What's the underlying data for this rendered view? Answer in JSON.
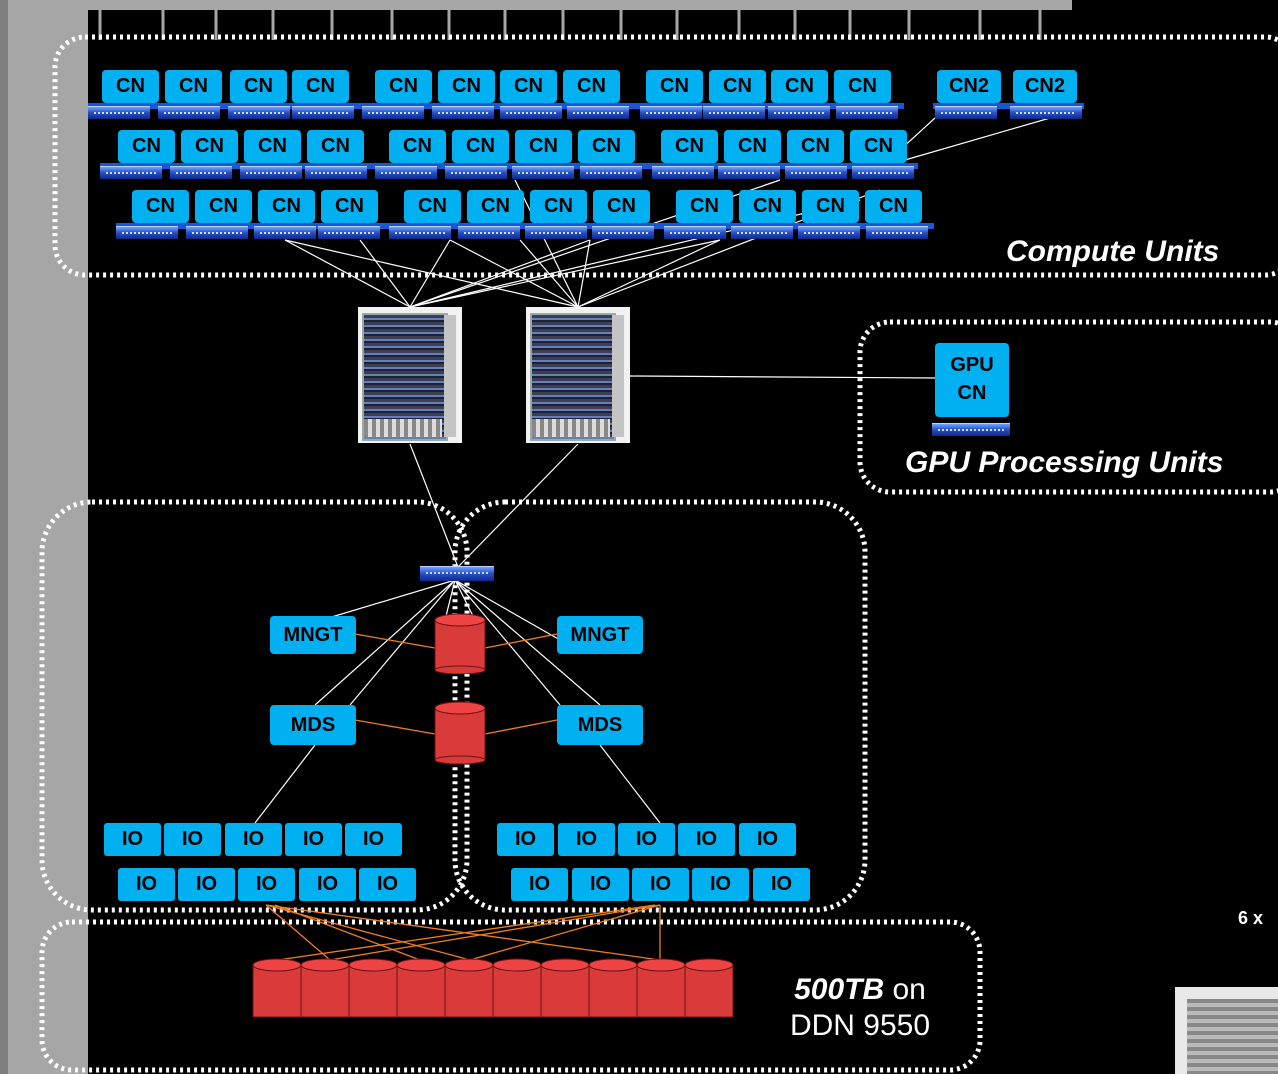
{
  "compute_zone": {
    "title": "Compute Units",
    "rows": [
      [
        "CN",
        "CN",
        "CN",
        "CN",
        "CN",
        "CN",
        "CN",
        "CN",
        "CN",
        "CN",
        "CN",
        "CN",
        "CN2",
        "CN2"
      ],
      [
        "CN",
        "CN",
        "CN",
        "CN",
        "CN",
        "CN",
        "CN",
        "CN",
        "CN",
        "CN",
        "CN",
        "CN"
      ],
      [
        "CN",
        "CN",
        "CN",
        "CN",
        "CN",
        "CN",
        "CN",
        "CN",
        "CN",
        "CN",
        "CN",
        "CN"
      ]
    ]
  },
  "gpu_zone": {
    "title": "GPU Processing Units",
    "node_line1": "GPU",
    "node_line2": "CN"
  },
  "management": {
    "left_mngt": "MNGT",
    "right_mngt": "MNGT",
    "left_mds": "MDS",
    "right_mds": "MDS"
  },
  "io_nodes": {
    "label": "IO"
  },
  "storage": {
    "capacity": "500TB",
    "on": "on",
    "system": "DDN 9550"
  },
  "corner": {
    "text": "6 x"
  },
  "colors": {
    "node": "#00b0f0",
    "disk": "#d93a3a",
    "storage_link": "#f07d1a",
    "link": "#ffffff",
    "background": "#000000",
    "side_bar": "#a6a6a6"
  }
}
